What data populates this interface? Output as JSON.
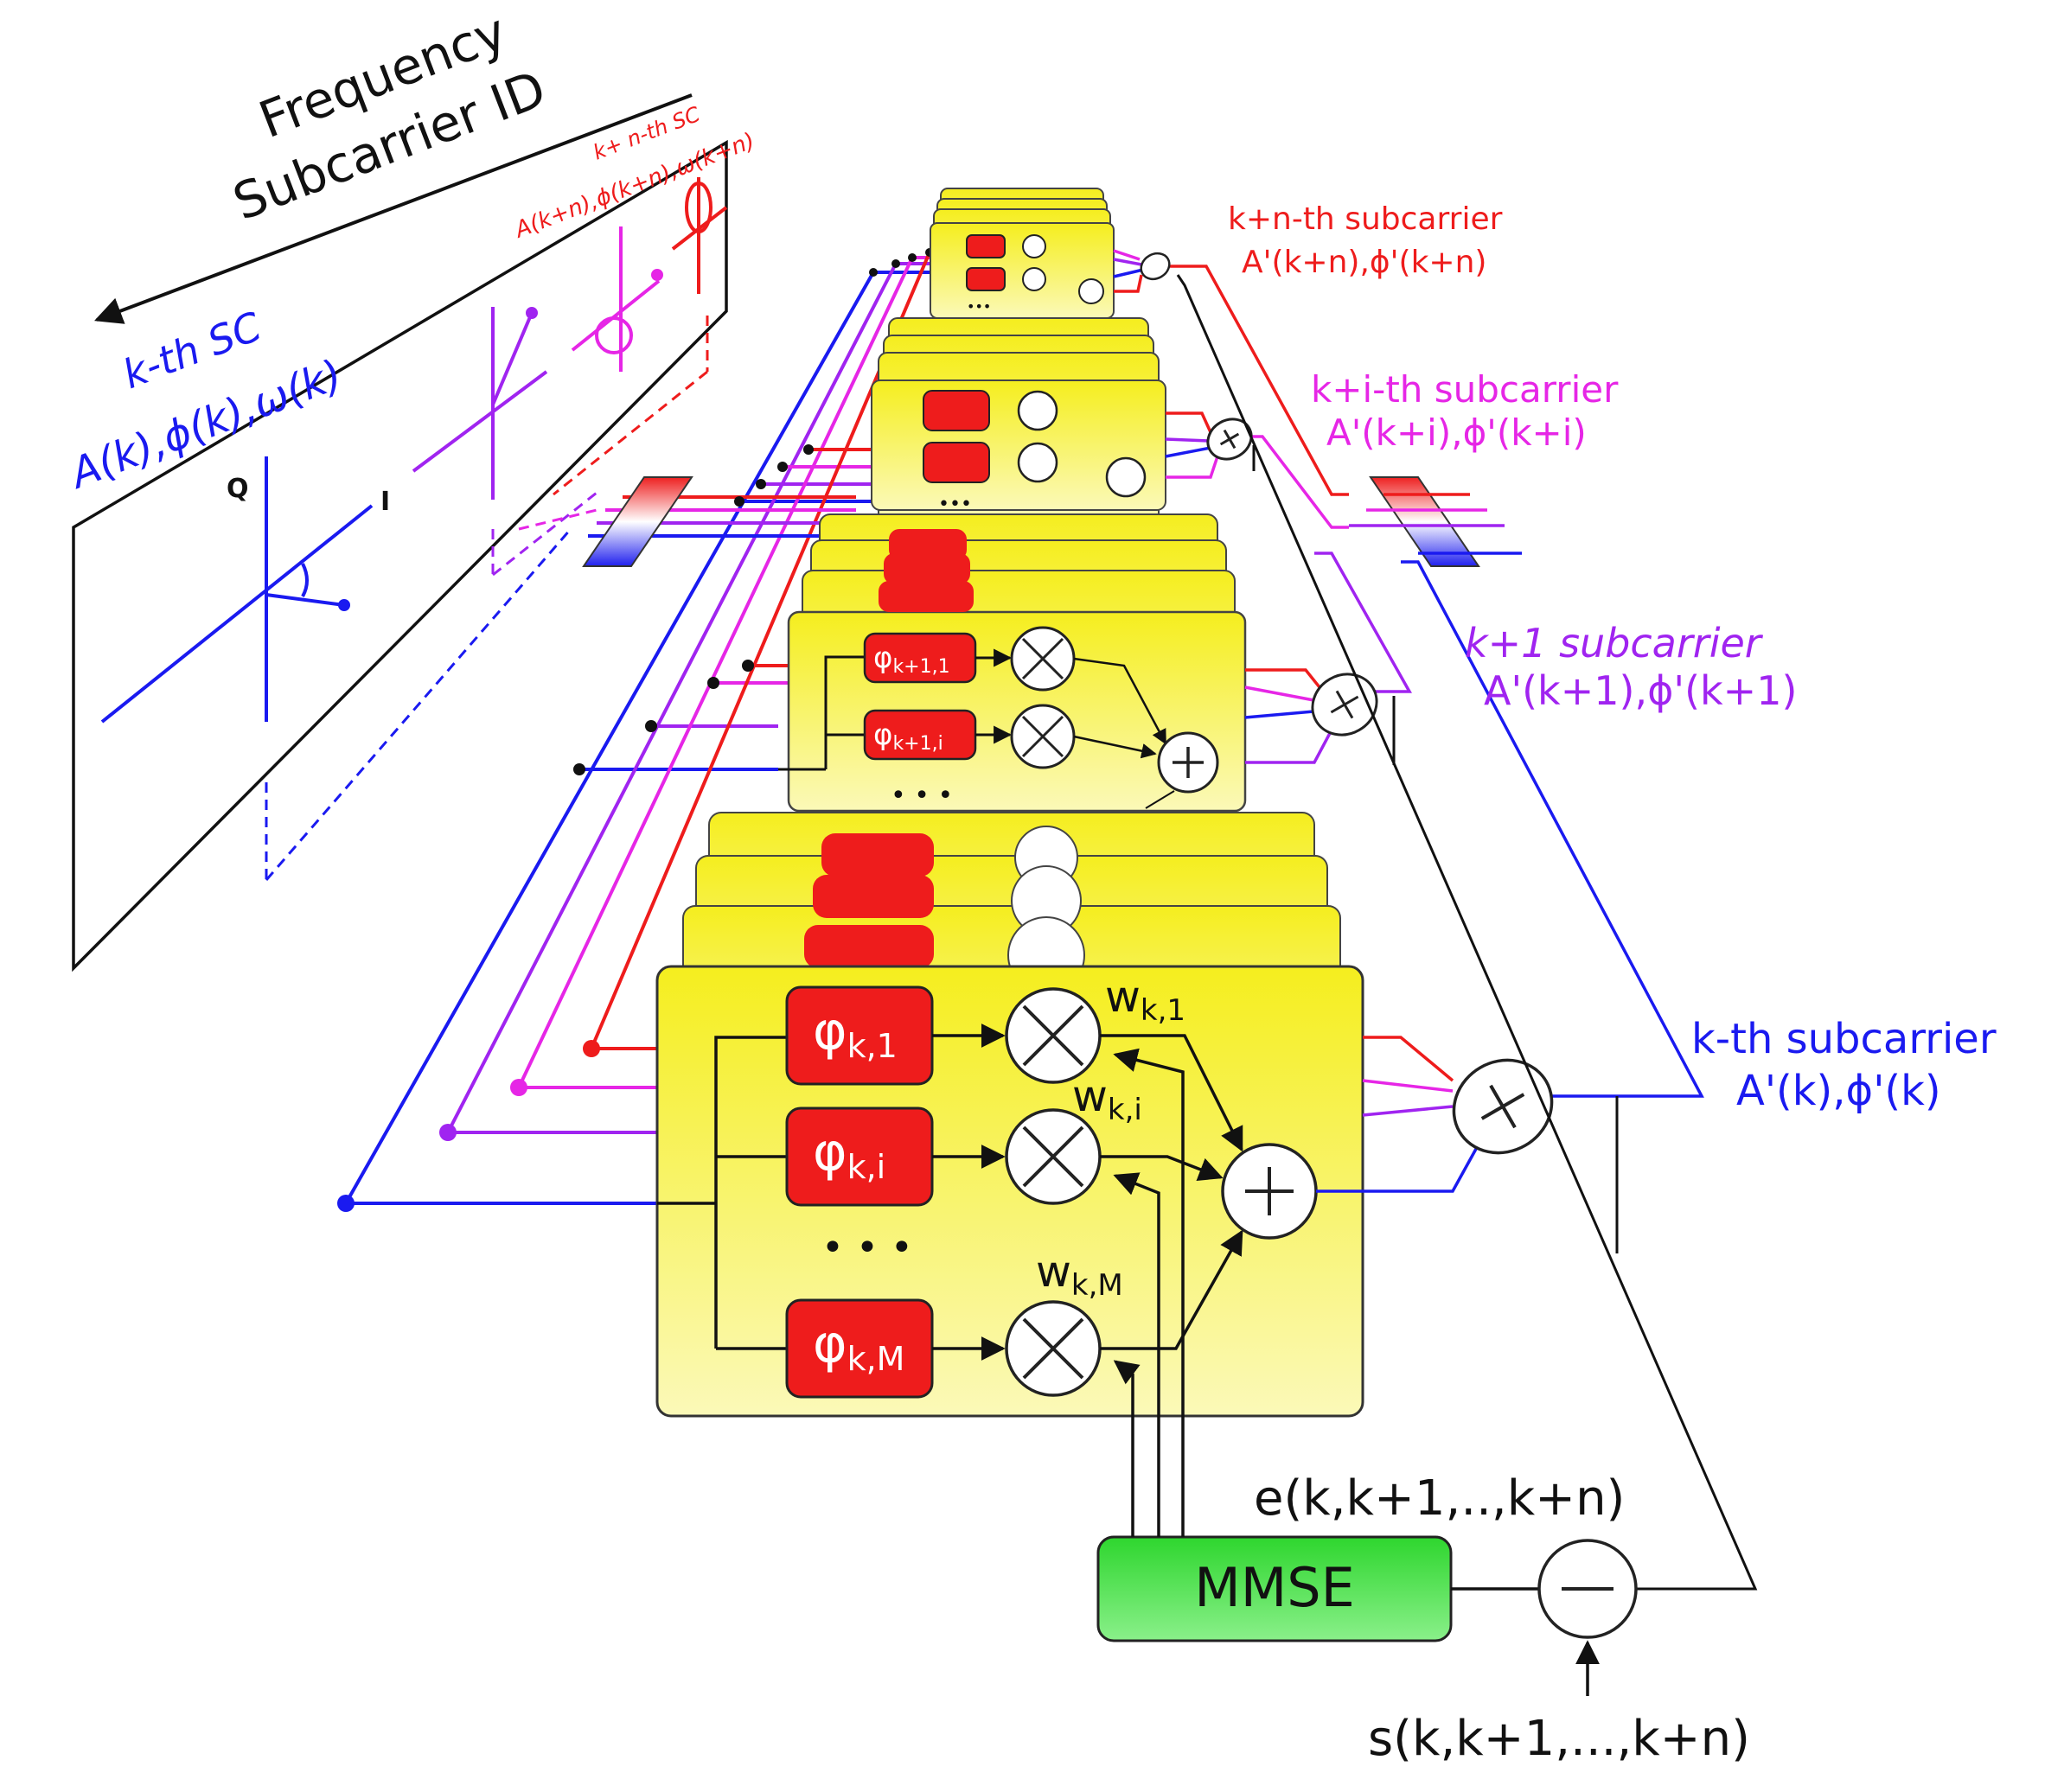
{
  "header": {
    "frequency": "Frequency",
    "subcarrier_id": "Subcarrier ID"
  },
  "spectrum_panel": {
    "kth_sc": "k-th SC",
    "kth_params": "A(k),ϕ(k),ω(k)",
    "knth_sc": "k+ n-th SC",
    "knth_params": "A(k+n),ϕ(k+n),ω(k+n)",
    "q_axis": "Q",
    "i_axis": "I"
  },
  "block_k": {
    "phi_1": "φ",
    "phi_1_sub": "k,1",
    "phi_i": "φ",
    "phi_i_sub": "k,i",
    "phi_M": "φ",
    "phi_M_sub": "k,M",
    "w_1": "w",
    "w_1_sub": "k,1",
    "w_i": "w",
    "w_i_sub": "k,i",
    "w_M": "w",
    "w_M_sub": "k,M",
    "dots": "• • •"
  },
  "block_k1": {
    "phi_1": "φ",
    "phi_1_sub": "k+1,1",
    "phi_i": "φ",
    "phi_i_sub": "k+1,i",
    "dots": "• • •"
  },
  "small_dots": "•••",
  "outputs": {
    "k_label": "k-th subcarrier",
    "k_params": "A'(k),ϕ'(k)",
    "k1_label": "k+1 subcarrier",
    "k1_params": "A'(k+1),ϕ'(k+1)",
    "ki_label": "k+i-th subcarrier",
    "ki_params": "A'(k+i),ϕ'(k+i)",
    "kn_label": "k+n-th subcarrier",
    "kn_params": "A'(k+n),ϕ'(k+n)"
  },
  "training": {
    "mmse": "MMSE",
    "error": "e(k,k+1,..,k+n)",
    "reference": "s(k,k+1,...,k+n)"
  },
  "colors": {
    "blue": "#1a1af0",
    "magenta": "#e626e6",
    "purple": "#a024f0",
    "red": "#ee1c1c",
    "yellow": "#f5ee1e",
    "green": "#2ed62e"
  }
}
